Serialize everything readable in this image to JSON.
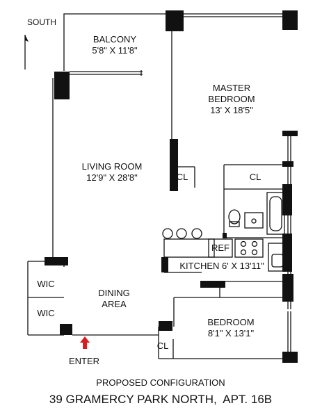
{
  "orientation": {
    "label": "SOUTH"
  },
  "rooms": {
    "balcony": {
      "name": "BALCONY",
      "dims": "5'8\" X 11'8\""
    },
    "master_bedroom": {
      "name_line1": "MASTER",
      "name_line2": "BEDROOM",
      "dims": "13' X 18'5\""
    },
    "living_room": {
      "name": "LIVING ROOM",
      "dims": "12'9\" X 28'8\""
    },
    "closet_master_left": {
      "name": "CL"
    },
    "closet_master_right": {
      "name": "CL"
    },
    "kitchen": {
      "name": "KITCHEN 6' X 13'11\"",
      "ref": "REF"
    },
    "wic_top": {
      "name": "WIC"
    },
    "wic_bottom": {
      "name": "WIC"
    },
    "dining_area": {
      "name_line1": "DINING",
      "name_line2": "AREA"
    },
    "bedroom": {
      "name": "BEDROOM",
      "dims": "8'1\" X 13'1\""
    },
    "closet_bedroom": {
      "name": "CL"
    }
  },
  "entry": {
    "label": "ENTER",
    "arrow_color": "#d81e1e"
  },
  "footer": {
    "subtitle": "PROPOSED CONFIGURATION",
    "title": "39 GRAMERCY PARK NORTH,  APT. 16B"
  }
}
